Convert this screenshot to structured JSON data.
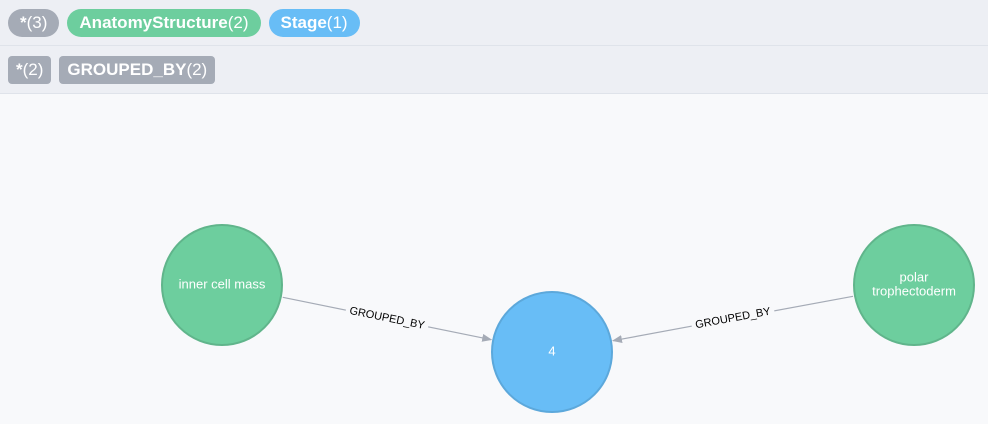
{
  "labels": [
    {
      "name": "*",
      "count": "(3)",
      "color": "#a5abb6"
    },
    {
      "name": "AnatomyStructure",
      "count": "(2)",
      "color": "#6dce9e"
    },
    {
      "name": "Stage",
      "count": "(1)",
      "color": "#68bdf6"
    }
  ],
  "relationships": [
    {
      "name": "*",
      "count": "(2)",
      "color": "#a5abb6"
    },
    {
      "name": "GROUPED_BY",
      "count": "(2)",
      "color": "#a5abb6"
    }
  ],
  "graph": {
    "nodes": [
      {
        "id": "n1",
        "label_lines": [
          "inner cell mass"
        ],
        "color": "#6dce9e",
        "stroke": "#60b58b"
      },
      {
        "id": "n2",
        "label_lines": [
          "4"
        ],
        "color": "#68bdf6",
        "stroke": "#5ca8db"
      },
      {
        "id": "n3",
        "label_lines": [
          "polar",
          "trophectoderm"
        ],
        "color": "#6dce9e",
        "stroke": "#60b58b"
      }
    ],
    "edges": [
      {
        "from": "n1",
        "to": "n2",
        "label": "GROUPED_BY"
      },
      {
        "from": "n3",
        "to": "n2",
        "label": "GROUPED_BY"
      }
    ],
    "edge_color": "#a5abb6"
  }
}
